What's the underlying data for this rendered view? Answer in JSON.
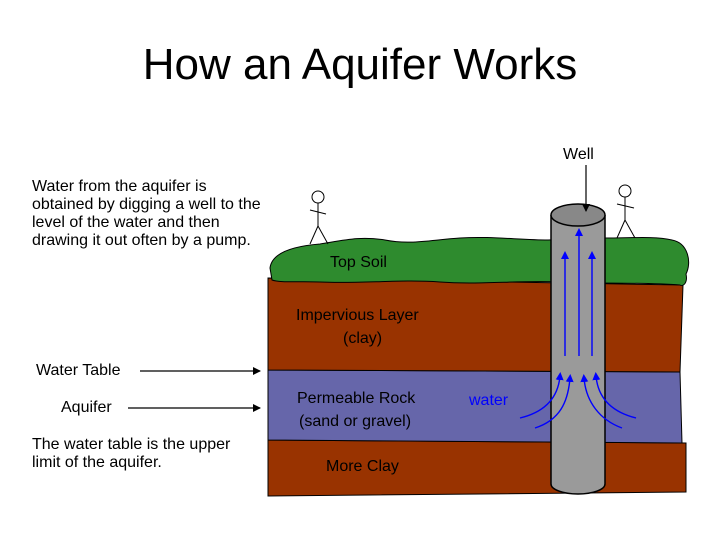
{
  "title": "How an Aquifer Works",
  "intro_text": "Water from the aquifer is obtained by digging a well to the level of the water and then drawing it out often by a pump.",
  "note_text": "The water table is the upper limit of the aquifer.",
  "labels": {
    "well": "Well",
    "water_table": "Water Table",
    "aquifer": "Aquifer",
    "top_soil": "Top Soil",
    "impervious_layer": "Impervious Layer",
    "impervious_sub": "(clay)",
    "permeable_rock": "Permeable Rock",
    "permeable_sub": "(sand or gravel)",
    "more_clay": "More Clay",
    "water": "water"
  },
  "colors": {
    "top_soil": "#2e8b2e",
    "clay": "#993300",
    "aquifer": "#6666aa",
    "well_casing": "#999999",
    "flow_arrows": "#0000ff",
    "water_label": "#0000ff"
  }
}
